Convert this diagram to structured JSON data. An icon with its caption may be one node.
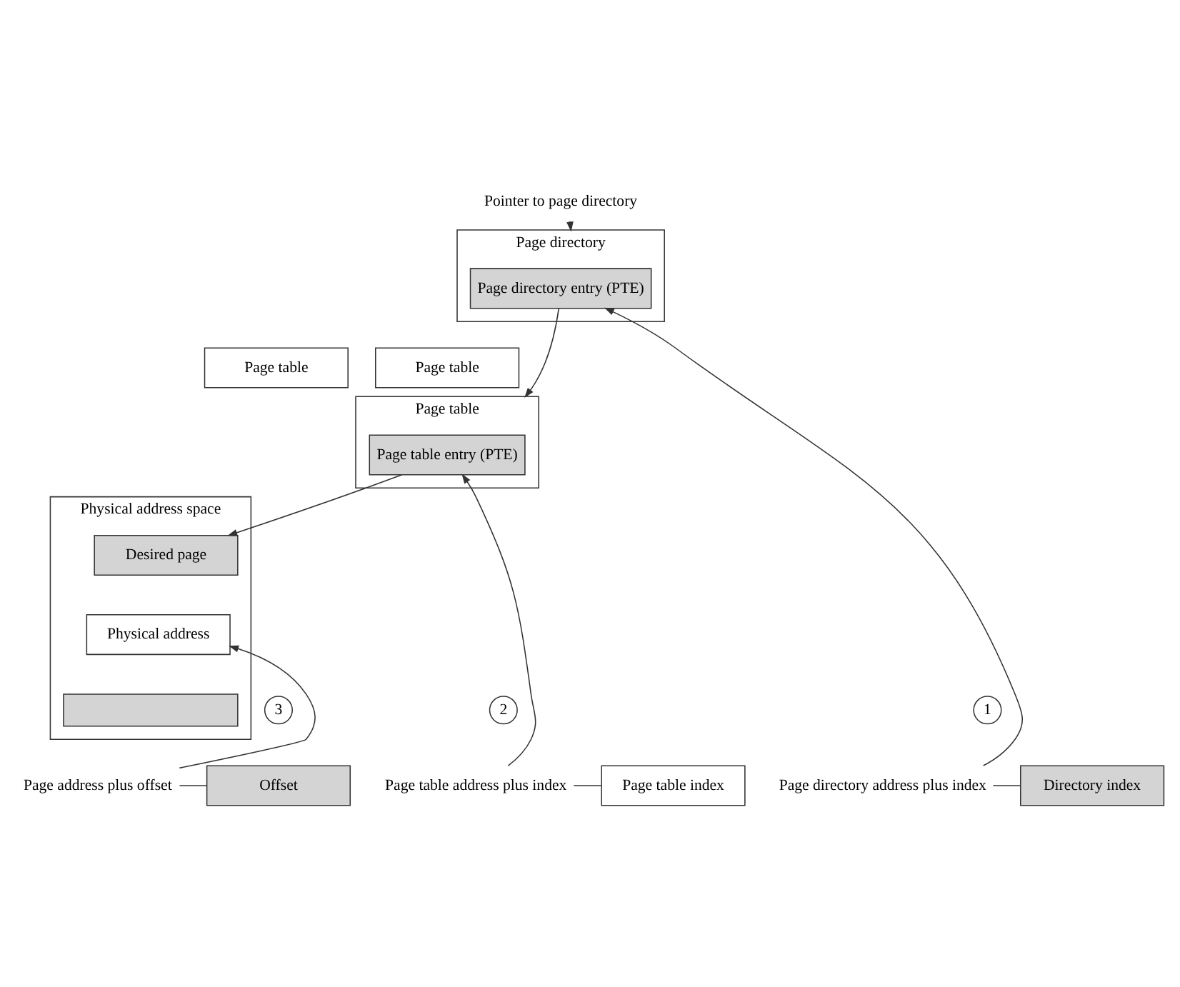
{
  "diagram": {
    "nodes": [
      {
        "text": [
          "Pointer to page directory"
        ]
      },
      {
        "text": [
          "Page directory"
        ]
      },
      {
        "text": [
          "Page directory entry (PTE)"
        ],
        "in": 1
      },
      {
        "text": [
          "Page table"
        ]
      },
      {
        "text": [
          "Page table"
        ]
      },
      {
        "text": [
          "Page table"
        ]
      },
      {
        "text": [
          "Page table entry (PTE)"
        ],
        "in": 5
      },
      {
        "text": [
          "Physical address space"
        ]
      },
      {
        "text": [
          "Desired page"
        ],
        "in": 7
      },
      {
        "text": [
          "Physical address"
        ],
        "in": 7
      },
      {
        "text": [],
        "shape": "bar",
        "in": 7
      },
      {
        "text": [
          "1"
        ]
      },
      {
        "text": [
          "Page directory address plus index"
        ]
      },
      {
        "text": [
          "2"
        ]
      },
      {
        "text": [
          "Page table address plus index"
        ]
      },
      {
        "text": [
          "3"
        ]
      },
      {
        "text": [
          "Page address plus offset"
        ]
      },
      {
        "text": [
          "Directory index"
        ]
      },
      {
        "text": [
          "Page table index"
        ]
      },
      {
        "text": [
          "Offset"
        ]
      }
    ],
    "edges": [
      {
        "from": 0,
        "to": 1,
        "arrow": "to"
      },
      {
        "from": 2,
        "to": 5,
        "arrow": "to"
      },
      {
        "from": 6,
        "to": 8,
        "arrow": "to"
      },
      {
        "from": 12,
        "to": 2,
        "arrow": "to"
      },
      {
        "from": 14,
        "to": 6,
        "arrow": "to"
      },
      {
        "from": 16,
        "to": 9,
        "arrow": "to"
      },
      {
        "from": 17,
        "to": 12,
        "arrow": "none"
      },
      {
        "from": 18,
        "to": 14,
        "arrow": "none"
      },
      {
        "from": 19,
        "to": 16,
        "arrow": "none"
      }
    ]
  }
}
